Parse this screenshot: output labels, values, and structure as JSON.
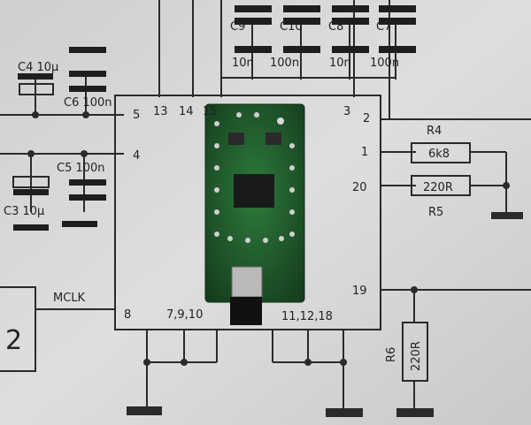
{
  "labels": {
    "c9": "C9",
    "c10": "C10",
    "c8": "C8",
    "c7": "C7",
    "c9_val": "10n",
    "c10_val": "100n",
    "c8_val": "10n",
    "c7_val": "100n",
    "c4": "C4 10µ",
    "c6": "C6 100n",
    "c5": "C5 100n",
    "c3": "C3 10µ",
    "r4": "R4",
    "r4_val": "6k8",
    "r5": "R5",
    "r5_val": "220R",
    "r6": "R6",
    "r6_val": "220R",
    "mclk": "MCLK",
    "pin5": "5",
    "pin13": "13",
    "pin14": "14",
    "pin15": "15",
    "pin3": "3",
    "pin2": "2",
    "pin1": "1",
    "pin20": "20",
    "pin19": "19",
    "pin4": "4",
    "pin8": "8",
    "pin7910": "7,9,10",
    "pin111218": "11,12,18",
    "ic_left": "2"
  },
  "colors": {
    "paper": "#d9d9d9",
    "ink": "#1e1e1e",
    "pcb": "#1f5a2c"
  }
}
